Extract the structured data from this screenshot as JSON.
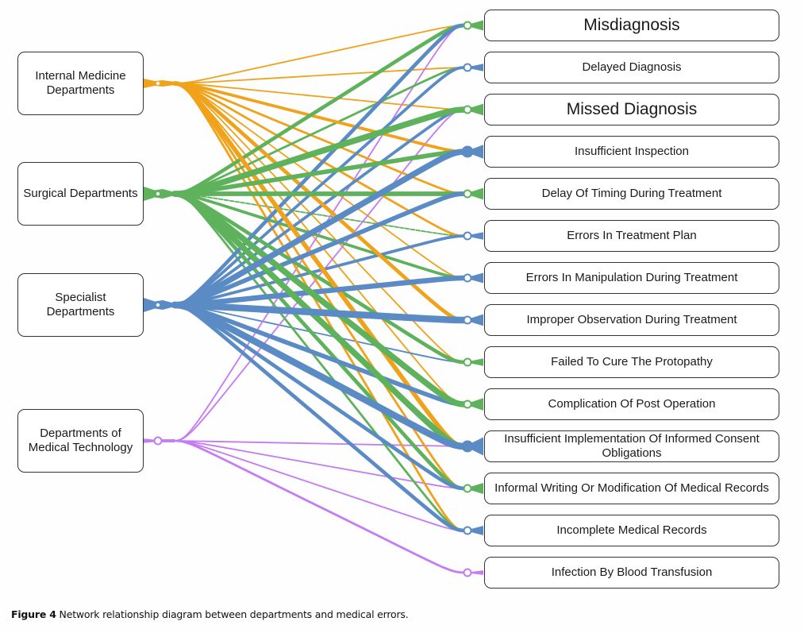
{
  "figure": {
    "label": "Figure 4",
    "caption": "Network relationship diagram between departments and medical errors."
  },
  "colors": {
    "internal": "#EFA21A",
    "surgical": "#5EB25B",
    "specialist": "#5A8BC5",
    "medtech": "#C57BF2"
  },
  "sources": [
    {
      "id": "internal",
      "label": "Internal Medicine Departments"
    },
    {
      "id": "surgical",
      "label": "Surgical Departments"
    },
    {
      "id": "specialist",
      "label": "Specialist Departments"
    },
    {
      "id": "medtech",
      "label": "Departments of Medical Technology"
    }
  ],
  "targets": [
    {
      "id": "misdiagnosis",
      "label": "Misdiagnosis",
      "big": true
    },
    {
      "id": "delayed",
      "label": "Delayed Diagnosis",
      "big": false
    },
    {
      "id": "missed",
      "label": "Missed Diagnosis",
      "big": true
    },
    {
      "id": "insp",
      "label": "Insufficient Inspection",
      "big": false
    },
    {
      "id": "timing",
      "label": "Delay Of Timing During Treatment",
      "big": false
    },
    {
      "id": "plan",
      "label": "Errors In Treatment Plan",
      "big": false
    },
    {
      "id": "manip",
      "label": "Errors In Manipulation During Treatment",
      "big": false
    },
    {
      "id": "observ",
      "label": "Improper Observation During Treatment",
      "big": false
    },
    {
      "id": "cure",
      "label": "Failed To Cure The Protopathy",
      "big": false
    },
    {
      "id": "postop",
      "label": "Complication Of Post Operation",
      "big": false
    },
    {
      "id": "consent",
      "label": "Insufficient Implementation Of Informed Consent Obligations",
      "big": false
    },
    {
      "id": "writing",
      "label": "Informal Writing Or Modification Of Medical Records",
      "big": false
    },
    {
      "id": "incomplete",
      "label": "Incomplete Medical Records",
      "big": false
    },
    {
      "id": "infection",
      "label": "Infection By Blood Transfusion",
      "big": false
    }
  ],
  "edges": [
    {
      "source": "internal",
      "target": "misdiagnosis",
      "weight": 1
    },
    {
      "source": "internal",
      "target": "delayed",
      "weight": 1
    },
    {
      "source": "internal",
      "target": "missed",
      "weight": 1
    },
    {
      "source": "internal",
      "target": "insp",
      "weight": 3
    },
    {
      "source": "internal",
      "target": "timing",
      "weight": 2
    },
    {
      "source": "internal",
      "target": "plan",
      "weight": 2
    },
    {
      "source": "internal",
      "target": "manip",
      "weight": 1
    },
    {
      "source": "internal",
      "target": "observ",
      "weight": 4
    },
    {
      "source": "internal",
      "target": "cure",
      "weight": 1
    },
    {
      "source": "internal",
      "target": "postop",
      "weight": 1
    },
    {
      "source": "internal",
      "target": "consent",
      "weight": 5
    },
    {
      "source": "internal",
      "target": "writing",
      "weight": 2
    },
    {
      "source": "internal",
      "target": "incomplete",
      "weight": 2
    },
    {
      "source": "surgical",
      "target": "misdiagnosis",
      "weight": 4
    },
    {
      "source": "surgical",
      "target": "delayed",
      "weight": 2
    },
    {
      "source": "surgical",
      "target": "missed",
      "weight": 7
    },
    {
      "source": "surgical",
      "target": "insp",
      "weight": 5
    },
    {
      "source": "surgical",
      "target": "timing",
      "weight": 5
    },
    {
      "source": "surgical",
      "target": "plan",
      "weight": 1
    },
    {
      "source": "surgical",
      "target": "manip",
      "weight": 3
    },
    {
      "source": "surgical",
      "target": "cure",
      "weight": 4
    },
    {
      "source": "surgical",
      "target": "postop",
      "weight": 7
    },
    {
      "source": "surgical",
      "target": "consent",
      "weight": 7
    },
    {
      "source": "surgical",
      "target": "writing",
      "weight": 4
    },
    {
      "source": "surgical",
      "target": "incomplete",
      "weight": 2
    },
    {
      "source": "specialist",
      "target": "misdiagnosis",
      "weight": 4
    },
    {
      "source": "specialist",
      "target": "delayed",
      "weight": 3
    },
    {
      "source": "specialist",
      "target": "missed",
      "weight": 3
    },
    {
      "source": "specialist",
      "target": "insp",
      "weight": 7
    },
    {
      "source": "specialist",
      "target": "timing",
      "weight": 5
    },
    {
      "source": "specialist",
      "target": "plan",
      "weight": 3
    },
    {
      "source": "specialist",
      "target": "manip",
      "weight": 6
    },
    {
      "source": "specialist",
      "target": "observ",
      "weight": 8
    },
    {
      "source": "specialist",
      "target": "cure",
      "weight": 1
    },
    {
      "source": "specialist",
      "target": "postop",
      "weight": 5
    },
    {
      "source": "specialist",
      "target": "consent",
      "weight": 8
    },
    {
      "source": "specialist",
      "target": "writing",
      "weight": 4
    },
    {
      "source": "specialist",
      "target": "incomplete",
      "weight": 4
    },
    {
      "source": "medtech",
      "target": "misdiagnosis",
      "weight": 1
    },
    {
      "source": "medtech",
      "target": "missed",
      "weight": 1
    },
    {
      "source": "medtech",
      "target": "consent",
      "weight": 1
    },
    {
      "source": "medtech",
      "target": "writing",
      "weight": 1
    },
    {
      "source": "medtech",
      "target": "incomplete",
      "weight": 1
    },
    {
      "source": "medtech",
      "target": "infection",
      "weight": 2
    }
  ]
}
